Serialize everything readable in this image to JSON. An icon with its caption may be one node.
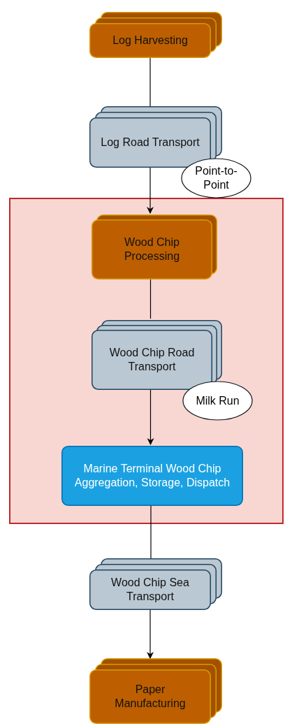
{
  "diagram": {
    "nodes": [
      {
        "text": [
          "Log Harvesting"
        ]
      },
      {
        "text": [
          "Log Road Transport"
        ]
      },
      {
        "text": [
          "Point-to-Point"
        ]
      },
      {
        "text": [],
        "shape": "box"
      },
      {
        "text": [
          "Wood Chip Processing"
        ],
        "in": 3
      },
      {
        "text": [
          "Wood Chip Road Transport"
        ],
        "in": 3
      },
      {
        "text": [
          "Milk Run"
        ],
        "in": 3
      },
      {
        "text": [
          "Marine Terminal Wood Chip Aggregation, Storage, Dispatch"
        ],
        "in": 3
      },
      {
        "text": [
          "Wood Chip Sea Transport"
        ]
      },
      {
        "text": [
          "Paper Manufacturing"
        ]
      }
    ],
    "edges": [
      {
        "from": 0,
        "to": 1,
        "arrow": "none"
      },
      {
        "from": 1,
        "to": 4,
        "arrow": "to"
      },
      {
        "from": 4,
        "to": 5,
        "arrow": "none"
      },
      {
        "from": 5,
        "to": 7,
        "arrow": "to"
      },
      {
        "from": 7,
        "to": 8,
        "arrow": "none"
      },
      {
        "from": 8,
        "to": 9,
        "arrow": "to"
      }
    ]
  }
}
